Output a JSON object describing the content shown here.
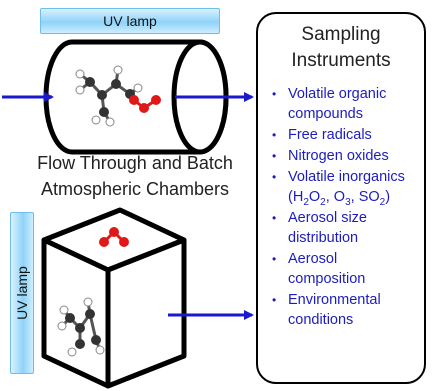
{
  "uv_lamp_top": {
    "label": "UV lamp"
  },
  "uv_lamp_side": {
    "label": "UV lamp"
  },
  "chamber_title": {
    "line1": "Flow Through and Batch",
    "line2": "Atmospheric Chambers"
  },
  "instruments": {
    "title_line1": "Sampling",
    "title_line2": "Instruments",
    "bullet": "•",
    "items": [
      {
        "text": "Volatile organic compounds"
      },
      {
        "text": "Free radicals"
      },
      {
        "text": "Nitrogen oxides"
      },
      {
        "text": "Volatile inorganics (",
        "formula": [
          [
            "H",
            "2"
          ],
          [
            "O",
            "2"
          ],
          [
            ", ",
            ""
          ],
          [
            "O",
            "3"
          ],
          [
            ", SO",
            "2"
          ],
          [
            ")",
            ""
          ]
        ]
      },
      {
        "text": "Aerosol size distribution"
      },
      {
        "text": "Aerosol composition"
      },
      {
        "text": "Environmental conditions"
      }
    ]
  },
  "colors": {
    "arrow": "#1a1acc",
    "text_blue": "#1d1dbf",
    "oxygen_red": "#e01818",
    "carbon_dark": "#333333",
    "lamp_blue": "#8fd3f8"
  }
}
